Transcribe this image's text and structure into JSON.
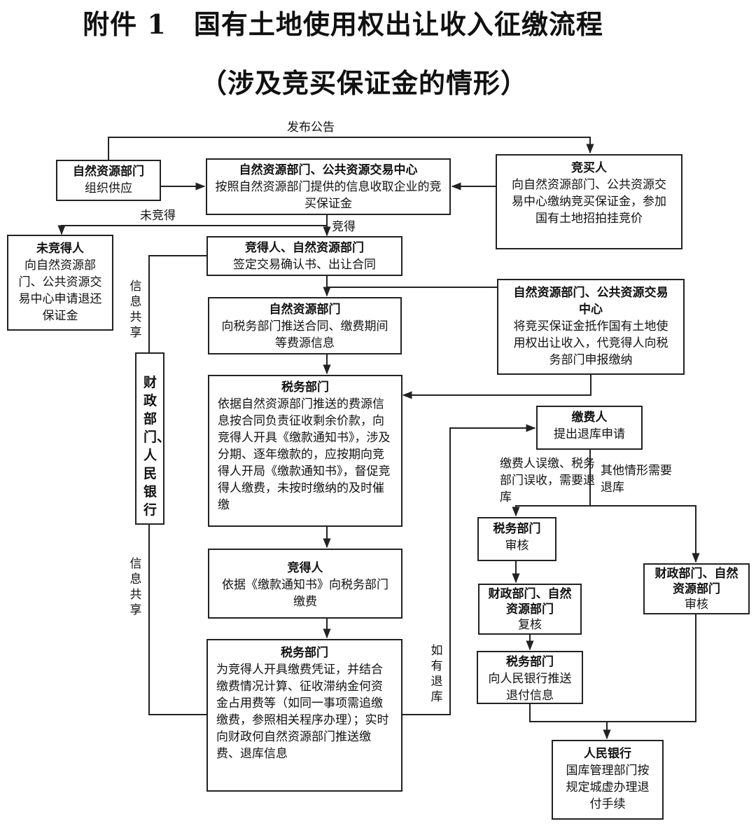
{
  "title": "附件 1　国有土地使用权出让收入征缴流程",
  "subtitle": "（涉及竞买保证金的情形）",
  "labels": {
    "publish": "发布公告",
    "not_won": "未竞得",
    "won": "竞得",
    "info_share_1": "信息共享",
    "info_share_2": "信息共享",
    "if_refund": "如有退库",
    "refund_error": "缴费人误缴、税务部门误收，需要退库",
    "refund_other": "其他情形需要退库"
  },
  "boxes": {
    "supply": {
      "title": "自然资源部门",
      "body": "组织供应"
    },
    "collect": {
      "title": "自然资源部门、公共资源交易中心",
      "body": "按照自然资源部门提供的信息收取企业的竞买保证金"
    },
    "bidder": {
      "title": "竞买人",
      "body": "向自然资源部门、公共资源交易中心缴纳竞买保证金，参加国有土地招拍挂竞价"
    },
    "loser": {
      "title": "未竞得人",
      "body": "向自然资源部门、公共资源交易中心申请退还保证金"
    },
    "sign": {
      "title": "竞得人、自然资源部门",
      "body": "签定交易确认书、出让合同"
    },
    "push": {
      "title": "自然资源部门",
      "body": "向税务部门推送合同、缴费期间等费源信息"
    },
    "offset": {
      "title": "自然资源部门、公共资源交易中心",
      "body": "将竞买保证金抵作国有土地使用权出让收入，代竞得人向税务部门申报缴纳"
    },
    "tax_collect": {
      "title": "税务部门",
      "body": "依据自然资源部门推送的费源信息按合同负责征收剩余价款，向竞得人开具《缴款通知书》，涉及分期、逐年缴款的，应按期向竞得人开局《缴款通知书》，督促竞得人缴费，未按时缴纳的及时催缴"
    },
    "winner_pay": {
      "title": "竞得人",
      "body": "依据《缴款通知书》向税务部门缴费"
    },
    "tax_voucher": {
      "title": "税务部门",
      "body": "为竞得人开具缴费凭证，并结合缴费情况计算、征收滞纳金何资金占用费等（如同一事项需追缴缴费，参照相关程序办理）；实时向财政何自然资源部门推送缴费、退库信息"
    },
    "finance_bank": {
      "title": "财政部门、人民银行"
    },
    "payer": {
      "title": "缴费人",
      "body": "提出退库申请"
    },
    "tax_review": {
      "title": "税务部门",
      "body": "审核"
    },
    "fin_recheck": {
      "title": "财政部门、自然资源部门",
      "body": "复核"
    },
    "tax_push_refund": {
      "title": "税务部门",
      "body": "向人民银行推送退付信息"
    },
    "fin_review": {
      "title": "财政部门、自然资源部门",
      "body": "审核"
    },
    "pboc": {
      "title": "人民银行",
      "body": "国库管理部门按规定城虚办理退付手续"
    }
  }
}
